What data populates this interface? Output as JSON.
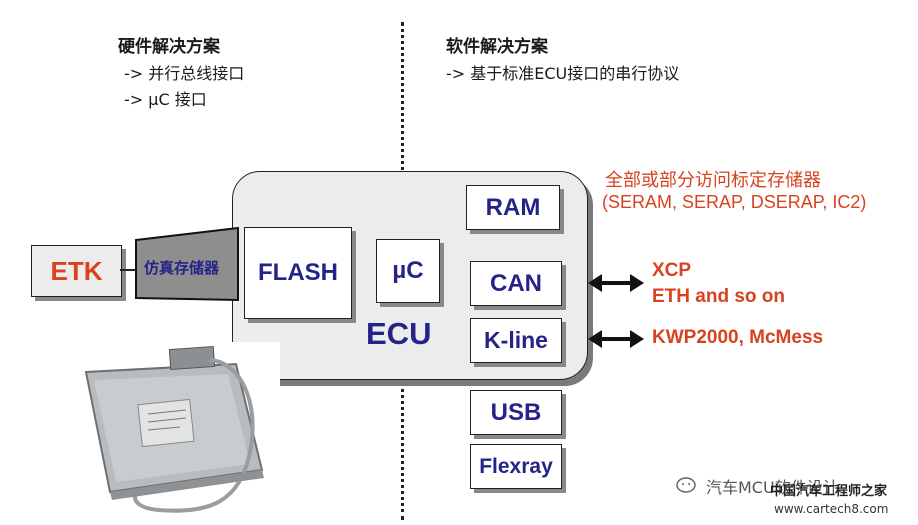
{
  "left": {
    "heading": "硬件解决方案",
    "lines": [
      "-> 并行总线接口",
      "-> µC 接口"
    ]
  },
  "right": {
    "heading": "软件解决方案",
    "lines": [
      "-> 基于标准ECU接口的串行协议"
    ]
  },
  "etk": {
    "label": "ETK"
  },
  "emulation": {
    "label": "仿真存储器"
  },
  "ecu": {
    "label": "ECU",
    "flash": "FLASH",
    "uc": "µC",
    "ram": "RAM",
    "can": "CAN",
    "kline": "K-line",
    "usb": "USB",
    "flexray": "Flexray"
  },
  "annotations": {
    "calib_line1": "全部或部分访问标定存储器",
    "calib_line2": "(SERAM, SERAP, DSERAP, IC2)",
    "can_line1": "XCP",
    "can_line2": "ETH and so on",
    "kline_line": "KWP2000, McMess"
  },
  "watermark": {
    "title": "汽车MCU软件设计",
    "site_name": "中国汽车工程师之家",
    "url": "www.cartech8.com"
  },
  "colors": {
    "accent_red": "#d8421f",
    "box_text_blue": "#25238a",
    "ecu_fill": "#ececec"
  }
}
